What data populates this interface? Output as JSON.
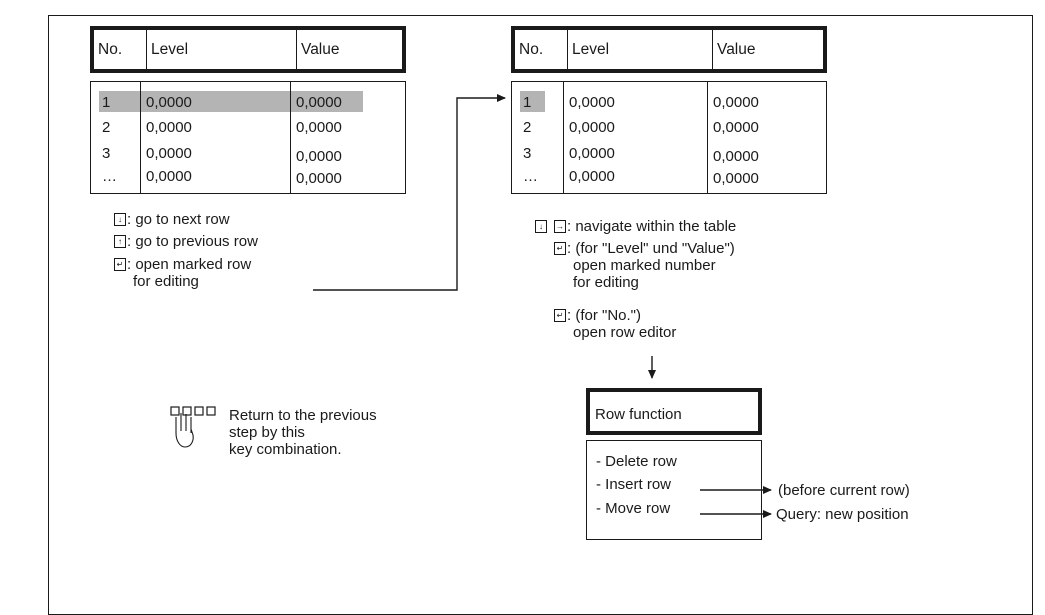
{
  "left_table": {
    "headers": [
      "No.",
      "Level",
      "Value"
    ],
    "rows": [
      [
        "1",
        "0,0000",
        "0,0000"
      ],
      [
        "2",
        "0,0000",
        "0,0000"
      ],
      [
        "3",
        "0,0000",
        "0,0000"
      ],
      [
        "…",
        "0,0000",
        "0,0000"
      ]
    ],
    "highlight": "full-row"
  },
  "right_table": {
    "headers": [
      "No.",
      "Level",
      "Value"
    ],
    "rows": [
      [
        "1",
        "0,0000",
        "0,0000"
      ],
      [
        "2",
        "0,0000",
        "0,0000"
      ],
      [
        "3",
        "0,0000",
        "0,0000"
      ],
      [
        "…",
        "0,0000",
        "0,0000"
      ]
    ],
    "highlight": "number-cell"
  },
  "left_legend": {
    "down": ": go to next row",
    "up": ": go to previous row",
    "enter_line1": ": open marked row",
    "enter_line2": "for editing"
  },
  "right_legend": {
    "navigate": ": navigate within the table",
    "enter1_line1": ": (for \"Level\" und \"Value\")",
    "enter1_line2": "open marked number",
    "enter1_line3": "for editing",
    "enter2_line1": ": (for \"No.\")",
    "enter2_line2": "open row editor"
  },
  "back_note": {
    "line1": "Return to the previous",
    "line2": "step by this",
    "line3": "key combination."
  },
  "row_function": {
    "title": "Row function",
    "items": [
      "- Delete row",
      "- Insert row",
      "- Move row"
    ],
    "insert_result": "(before current row)",
    "move_result": "Query: new position"
  },
  "icons": {
    "down_key": "arrow-down-key-icon",
    "up_key": "arrow-up-key-icon",
    "right_key": "arrow-right-key-icon",
    "enter_key": "enter-key-icon",
    "hand_keys": "hand-pressing-keys-icon"
  },
  "colors": {
    "line": "#1a1a1a",
    "highlight": "#b4b4b4"
  }
}
